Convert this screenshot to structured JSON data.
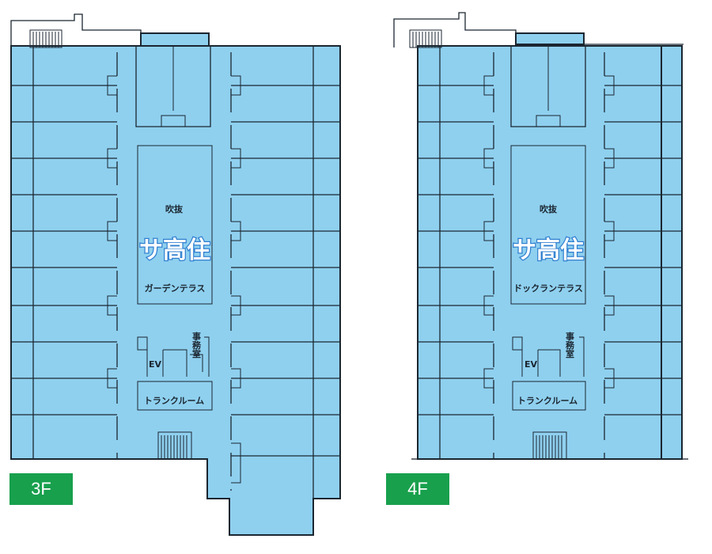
{
  "colors": {
    "floor": "#8fd0ef",
    "wall": "#1b2630",
    "badge": "#18a04d",
    "logo_outline": "#2f7fd0"
  },
  "floor3": {
    "badge": "3F",
    "atrium": "吹抜",
    "logo": "サ高住",
    "terrace": "ガーデンテラス",
    "elevator": "EV",
    "office": "事務室",
    "trunk_room": "トランクルーム"
  },
  "floor4": {
    "badge": "4F",
    "atrium": "吹抜",
    "logo": "サ高住",
    "terrace": "ドックランテラス",
    "elevator": "EV",
    "office": "事務室",
    "trunk_room": "トランクルーム"
  }
}
